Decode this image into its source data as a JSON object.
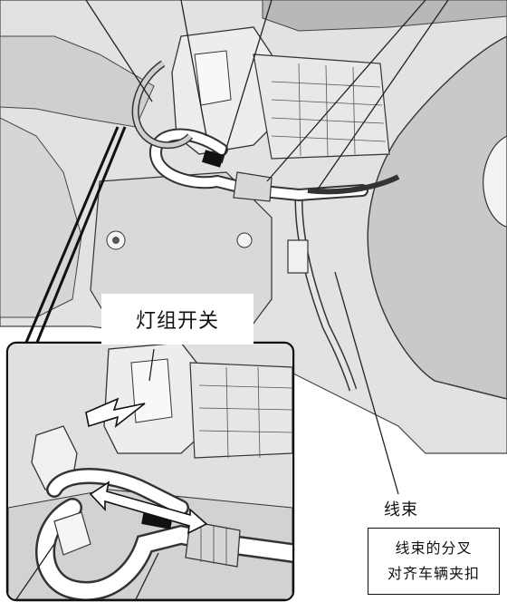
{
  "labels": {
    "switch": "灯组开关",
    "harness": "线束"
  },
  "note": {
    "line1": "线束的分叉",
    "line2": "对齐车辆夹扣"
  },
  "colors": {
    "background": "#ffffff",
    "line_art": "#333333",
    "panel_shade": "#dedede",
    "harness_tape": "#111111"
  }
}
